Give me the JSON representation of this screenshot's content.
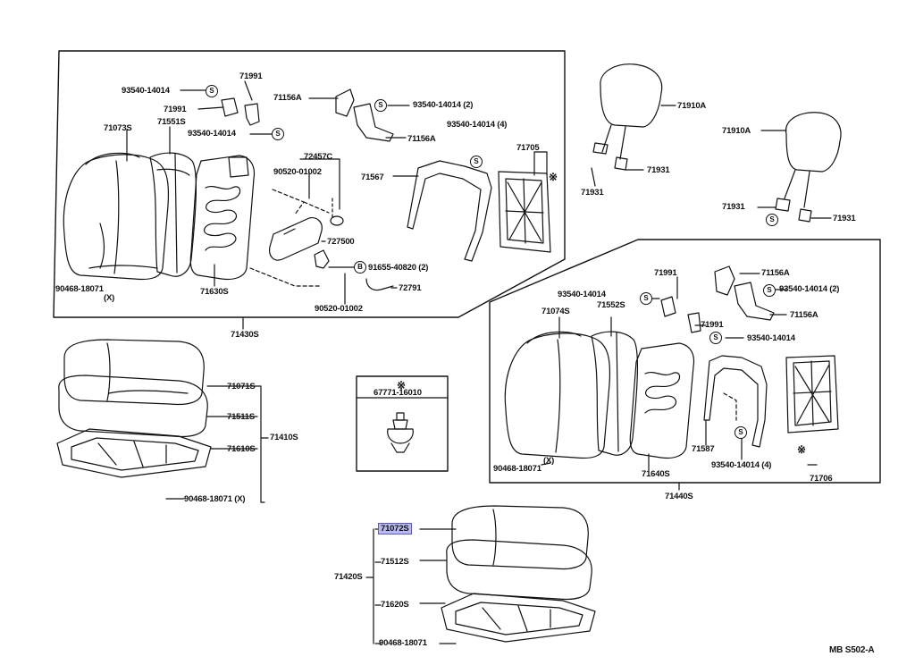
{
  "footer_code": "MB S502-A",
  "asterisk": "※",
  "s_mark": "S",
  "b_mark": "B",
  "groups": {
    "back_left": "71430S",
    "back_right": "71440S",
    "cushion_left": "71410S",
    "cushion_right": "71420S"
  },
  "labels": {
    "l_93540_a": "93540-14014",
    "l_71991_a": "71991",
    "l_71991_b": "71991",
    "l_71551s": "71551S",
    "l_71073s": "71073S",
    "l_93540_b": "93540-14014",
    "l_71156a_a": "71156A",
    "l_93540_c": "93540-14014 (2)",
    "l_71156a_b": "71156A",
    "l_93540_d": "93540-14014 (4)",
    "l_71705": "71705",
    "l_72457c": "72457C",
    "l_90520_a": "90520-01002",
    "l_71567": "71567",
    "l_727500": "727500",
    "l_91655": "91655-40820 (2)",
    "l_72791": "72791",
    "l_90520_b": "90520-01002",
    "l_71630s": "71630S",
    "l_90468_a": "90468-18071",
    "l_x_a": "(X)",
    "l_71910a_a": "71910A",
    "l_71931_a": "71931",
    "l_71931_b": "71931",
    "l_71910a_b": "71910A",
    "l_71931_c": "71931",
    "l_71931_d": "71931",
    "l_71071s": "71071S",
    "l_71511s": "71511S",
    "l_71610s": "71610S",
    "l_90468_b": "90468-18071 (X)",
    "l_67771": "67771-16010",
    "l_71991_c": "71991",
    "l_71156a_c": "71156A",
    "l_93540_e": "93540-14014",
    "l_93540_f": "93540-14014 (2)",
    "l_71074s": "71074S",
    "l_71552s": "71552S",
    "l_71156a_d": "71156A",
    "l_71991_d": "71991",
    "l_93540_g": "93540-14014",
    "l_x_b": "(X)",
    "l_90468_c": "90468-18071",
    "l_71640s": "71640S",
    "l_71587": "71587",
    "l_93540_h": "93540-14014 (4)",
    "l_71706": "71706",
    "l_71072s": "71072S",
    "l_71512s": "71512S",
    "l_71620s": "71620S",
    "l_90468_d": "90468-18071"
  }
}
